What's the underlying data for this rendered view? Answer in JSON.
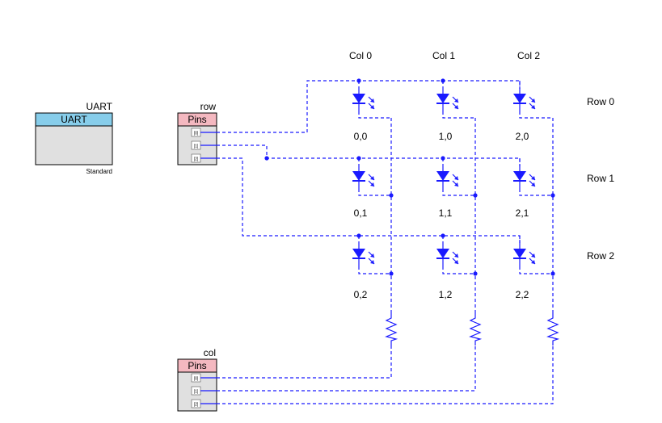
{
  "colors": {
    "wire": "#1a1aff",
    "led": "#1a1aff",
    "block_header_uart": "#87cdea",
    "block_header_pins": "#f4b8c0",
    "block_body": "#e0e0e0",
    "block_border": "#000000"
  },
  "uart": {
    "instance_name": "UART",
    "header": "UART",
    "footer": "Standard"
  },
  "row_pins": {
    "instance_name": "row",
    "header": "Pins",
    "pins": [
      "[0]",
      "[1]",
      "[2]"
    ]
  },
  "col_pins": {
    "instance_name": "col",
    "header": "Pins",
    "pins": [
      "[0]",
      "[1]",
      "[2]"
    ]
  },
  "columns": [
    "Col 0",
    "Col 1",
    "Col 2"
  ],
  "rows": [
    "Row 0",
    "Row 1",
    "Row 2"
  ],
  "leds": [
    [
      "0,0",
      "1,0",
      "2,0"
    ],
    [
      "0,1",
      "1,1",
      "2,1"
    ],
    [
      "0,2",
      "1,2",
      "2,2"
    ]
  ],
  "icons": {
    "led": "led-diode-icon",
    "resistor": "resistor-icon",
    "pin": "pin-icon"
  }
}
